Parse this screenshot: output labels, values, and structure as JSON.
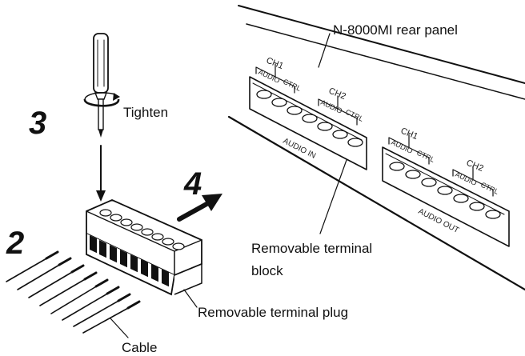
{
  "steps": {
    "s2": "2",
    "s3": "3",
    "s4": "4"
  },
  "labels": {
    "tighten": "Tighten",
    "rear_panel": "N-8000MI rear panel",
    "terminal_block_1": "Removable terminal",
    "terminal_block_2": "block",
    "terminal_plug": "Removable terminal plug",
    "cable": "Cable"
  },
  "panel": {
    "ch1": "CH1",
    "ch2": "CH2",
    "audio": "AUDIO",
    "ctrl": "CTRL",
    "audio_in": "AUDIO  IN",
    "audio_out": "AUDIO  OUT"
  },
  "icons": [
    "screwdriver-icon",
    "rotate-arrow-icon",
    "down-arrow-icon",
    "insert-arrow-icon"
  ]
}
